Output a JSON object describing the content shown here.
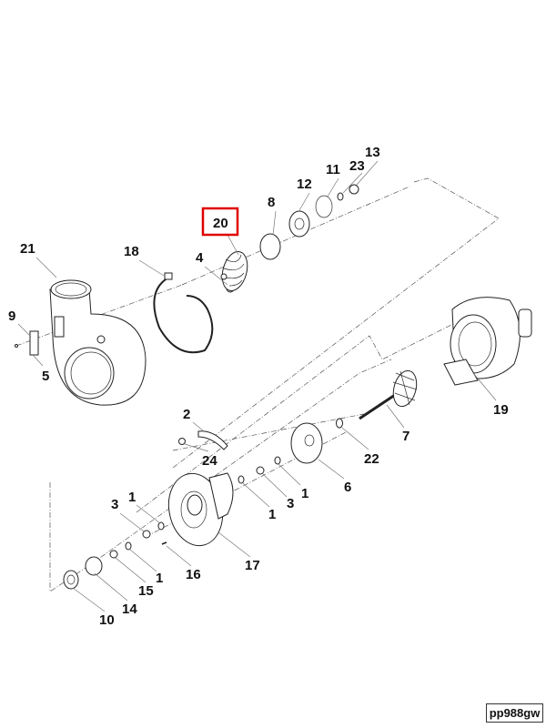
{
  "diagram": {
    "highlight_color": "#e00000",
    "highlighted_callout": "20",
    "callouts": {
      "c20": "20",
      "c21": "21",
      "c18": "18",
      "c4": "4",
      "c8": "8",
      "c12": "12",
      "c11": "11",
      "c23": "23",
      "c13": "13",
      "c9": "9",
      "c5": "5",
      "c19": "19",
      "c2": "2",
      "c7": "7",
      "c24": "24",
      "c22": "22",
      "c6": "6",
      "c1a": "1",
      "c3a": "3",
      "c1b": "1",
      "c3b": "3",
      "c1c": "1",
      "c16": "16",
      "c17": "17",
      "c1d": "1",
      "c15": "15",
      "c14": "14",
      "c10": "10"
    },
    "figure_code": "pp988gw"
  }
}
